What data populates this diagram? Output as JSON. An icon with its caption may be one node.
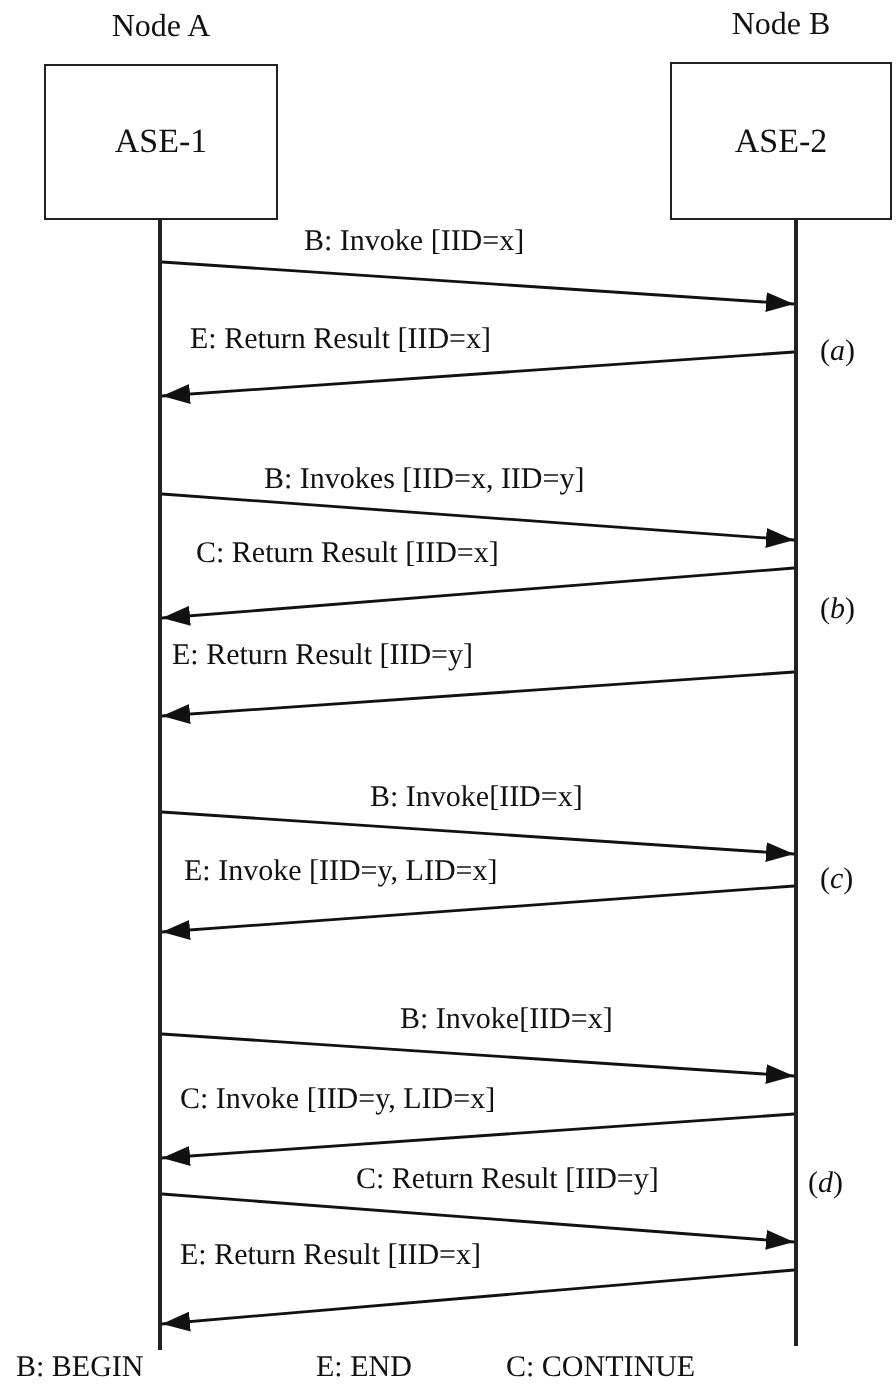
{
  "diagram": {
    "nodes": [
      {
        "text": [
          "Node A",
          "ASE-1"
        ]
      },
      {
        "text": [
          "Node B",
          "ASE-2"
        ]
      },
      {
        "text": [],
        "shape": "bar"
      },
      {
        "text": [],
        "shape": "bar"
      }
    ],
    "edges": [
      {
        "from": 2,
        "to": 3,
        "arrow": "to",
        "label": "B: Invoke [IID=x]"
      },
      {
        "from": 3,
        "to": 2,
        "arrow": "to",
        "label": "E: Return Result [IID=x]"
      },
      {
        "from": 2,
        "to": 3,
        "arrow": "to",
        "label": "B: Invokes [IID=x, IID=y]"
      },
      {
        "from": 3,
        "to": 2,
        "arrow": "to",
        "label": "C: Return Result [IID=x]"
      },
      {
        "from": 3,
        "to": 2,
        "arrow": "to",
        "label": "E: Return Result [IID=y]"
      },
      {
        "from": 2,
        "to": 3,
        "arrow": "to",
        "label": "B: Invoke[IID=x]"
      },
      {
        "from": 3,
        "to": 2,
        "arrow": "to",
        "label": "E: Invoke [IID=y, LID=x]"
      },
      {
        "from": 2,
        "to": 3,
        "arrow": "to",
        "label": "B: Invoke[IID=x]"
      },
      {
        "from": 3,
        "to": 2,
        "arrow": "to",
        "label": "C: Invoke [IID=y, LID=x]"
      },
      {
        "from": 2,
        "to": 3,
        "arrow": "to",
        "label": "C: Return Result [IID=y]"
      },
      {
        "from": 3,
        "to": 2,
        "arrow": "to",
        "label": "E: Return Result [IID=x]"
      }
    ],
    "labels": [
      "(*a*)",
      "(*b*)",
      "(*c*)",
      "(*d*)",
      "B: BEGIN",
      "E: END",
      "C: CONTINUE"
    ]
  }
}
